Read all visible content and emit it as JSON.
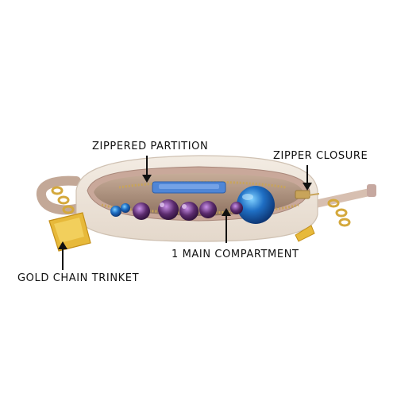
{
  "annotations": {
    "zippered_partition": "ZIPPERED PARTITION",
    "zipper_closure": "ZIPPER CLOSURE",
    "main_compartment": "1 MAIN COMPARTMENT",
    "gold_chain_trinket": "GOLD CHAIN TRINKET"
  },
  "colors": {
    "bag_exterior": "#efe6dc",
    "bag_lining": "#b79a86",
    "zipper_gold": "#c8a45a",
    "trinket_gold": "#e7b93a",
    "phone_blue": "#4f86d6",
    "ornament_blue": "#1f6fc4",
    "ornament_purple": "#5b2b6d",
    "arrow": "#111111"
  },
  "icons": [
    "arrow-down-icon",
    "arrow-up-icon"
  ]
}
